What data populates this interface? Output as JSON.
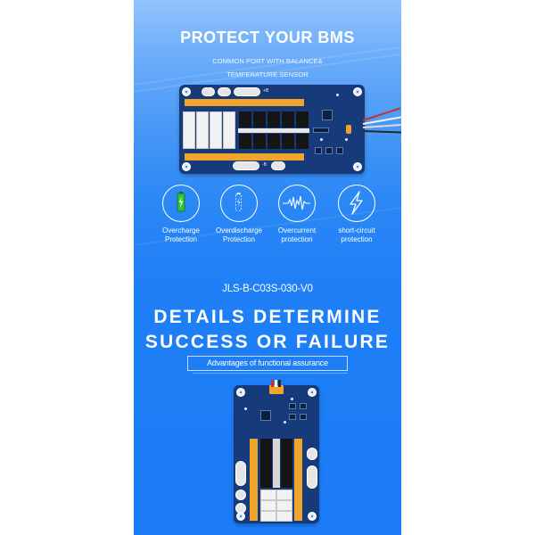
{
  "header": {
    "title": "PROTECT YOUR BMS",
    "subtitle_line1": "COMMON PORT WITH BALANCE&",
    "subtitle_line2": "TEMPERATURE SENSOR"
  },
  "top_board": {
    "silkscreen_pos": "+B",
    "silkscreen_neg": "-B"
  },
  "features": [
    {
      "icon": "battery-charge-icon",
      "line1": "Overcharge",
      "line2": "Protection",
      "color": "#2fc33a"
    },
    {
      "icon": "battery-low-icon",
      "line1": "Overdischarge",
      "line2": "Protection",
      "color": "#bfe0ff"
    },
    {
      "icon": "waveform-icon",
      "line1": "Overcurrent",
      "line2": "protection",
      "color": "#ffffff"
    },
    {
      "icon": "lightning-icon",
      "line1": "short-circuit",
      "line2": "protection",
      "color": "#ffffff"
    }
  ],
  "model": "JLS-B-C03S-030-V0",
  "headline": {
    "line1": "DETAILS DETERMINE",
    "line2": "SUCCESS OR FAILURE"
  },
  "tagline": "Advantages of functional assurance",
  "colors": {
    "panel_top": "#92c3fb",
    "panel_bottom": "#1c7cf7",
    "pcb": "#163a7a",
    "copper_strip": "#f0a52a"
  }
}
